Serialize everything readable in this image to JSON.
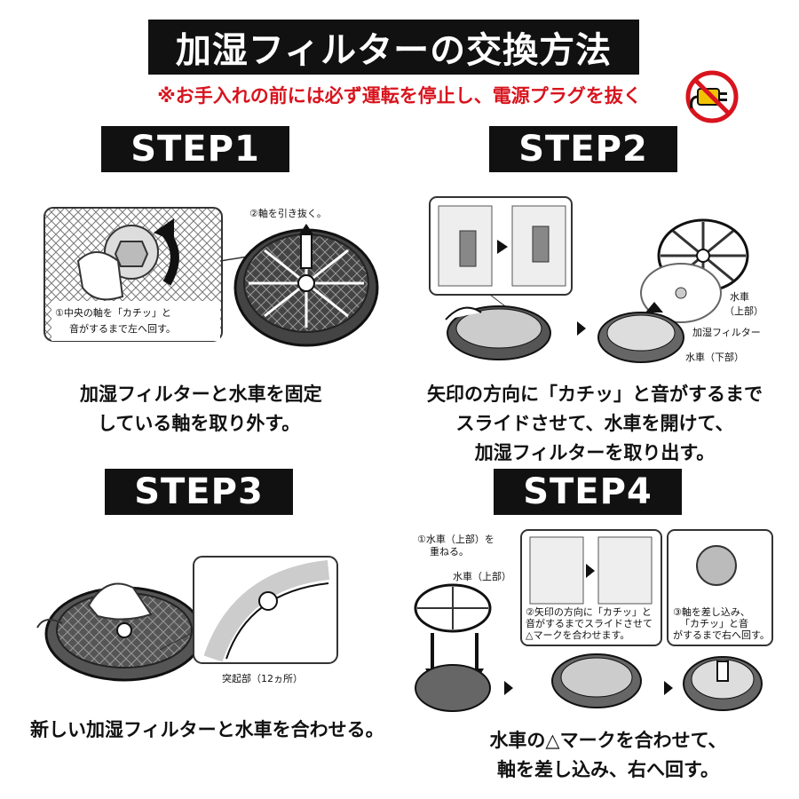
{
  "title": "加湿フィルターの交換方法",
  "warning": "※お手入れの前には必ず運転を停止し、電源プラグを抜く",
  "steps": [
    {
      "label": "STEP1",
      "caption_lines": [
        "加湿フィルターと水車を固定",
        "している軸を取り外す。"
      ],
      "notes": {
        "n1a": "①中央の軸を「カチッ」と",
        "n1b": "音がするまで左へ回す。",
        "n2": "②軸を引き抜く。"
      }
    },
    {
      "label": "STEP2",
      "caption_lines": [
        "矢印の方向に「カチッ」と音がするまで",
        "スライドさせて、水車を開けて、",
        "加湿フィルターを取り出す。"
      ],
      "notes": {
        "upper_a": "水車",
        "upper_b": "（上部）",
        "filter": "加湿フィルター",
        "lower": "水車（下部）"
      }
    },
    {
      "label": "STEP3",
      "caption": "新しい加湿フィルターと水車を合わせる。",
      "notes": {
        "bump": "突起部（12ヵ所）"
      }
    },
    {
      "label": "STEP4",
      "caption_lines": [
        "水車の△マークを合わせて、",
        "軸を差し込み、右へ回す。"
      ],
      "notes": {
        "n1a": "①水車（上部）を",
        "n1b": "重ねる。",
        "upper": "水車（上部）",
        "n2a": "②矢印の方向に「カチッ」と",
        "n2b": "音がするまでスライドさせて",
        "n2c": "△マークを合わせます。",
        "n3a": "③軸を差し込み、",
        "n3b": "「カチッ」と音",
        "n3c": "がするまで右へ回す。"
      }
    }
  ],
  "colors": {
    "title_bg": "#111111",
    "warning_text": "#d8141e",
    "step_bg": "#111111"
  },
  "icons": [
    "no-plug-icon",
    "arrow-right-icon"
  ]
}
